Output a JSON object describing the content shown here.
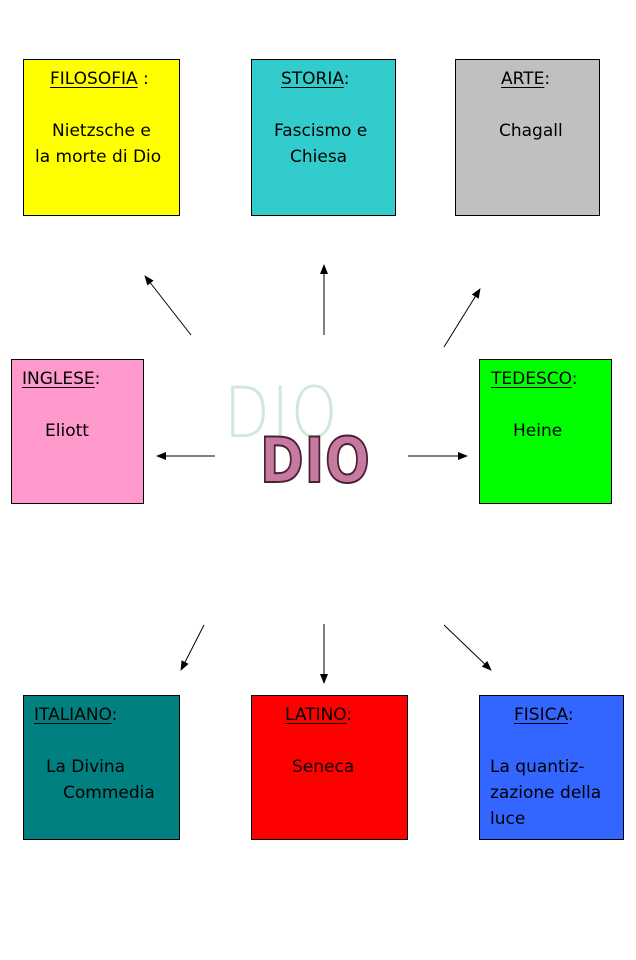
{
  "center": {
    "watermark": "DIO",
    "title": "DIO"
  },
  "boxes": {
    "filosofia": {
      "title": "FILOSOFIA",
      "suffix": " :",
      "lines": [
        "Nietzsche e",
        "la morte di Dio"
      ],
      "color": "#ffff00"
    },
    "storia": {
      "title": "STORIA",
      "suffix": ":",
      "lines": [
        "Fascismo e",
        "Chiesa"
      ],
      "color": "#33cccc"
    },
    "arte": {
      "title": "ARTE",
      "suffix": ":",
      "lines": [
        "Chagall"
      ],
      "color": "#c0c0c0"
    },
    "inglese": {
      "title": "INGLESE",
      "suffix": ":",
      "lines": [
        "Eliott"
      ],
      "color": "#ff99cc"
    },
    "tedesco": {
      "title": "TEDESCO",
      "suffix": ":",
      "lines": [
        "Heine"
      ],
      "color": "#00ff00"
    },
    "italiano": {
      "title": "ITALIANO",
      "suffix": ":",
      "lines": [
        "La Divina",
        "Commedia"
      ],
      "color": "#008080"
    },
    "latino": {
      "title": "LATINO",
      "suffix": ":",
      "lines": [
        "Seneca"
      ],
      "color": "#ff0000"
    },
    "fisica": {
      "title": "FISICA",
      "suffix": ":",
      "lines": [
        "La quantiz-",
        "zazione della",
        "luce"
      ],
      "color": "#3366ff"
    }
  }
}
